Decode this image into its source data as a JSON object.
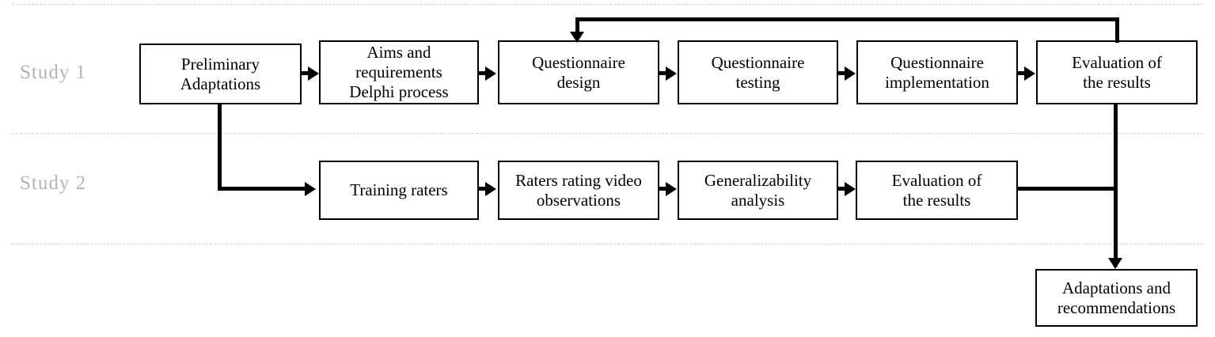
{
  "figure": {
    "type": "flowchart",
    "orientation": "left-to-right, two swimlanes",
    "background": "#ffffff",
    "line_color": "#000000",
    "lane_label_color": "#b4b4b4",
    "lane_divider_color": "#cfcfcf"
  },
  "lanes": [
    {
      "id": "study1",
      "label": "Study 1"
    },
    {
      "id": "study2",
      "label": "Study 2"
    }
  ],
  "nodes": {
    "preliminary_adaptations": "Preliminary\nAdaptations",
    "aims_requirements": "Aims and\nrequirements\nDelphi process",
    "questionnaire_design": "Questionnaire\ndesign",
    "questionnaire_testing": "Questionnaire\ntesting",
    "questionnaire_implementation": "Questionnaire\nimplementation",
    "evaluation_results_study1": "Evaluation  of\nthe results",
    "training_raters": "Training  raters",
    "raters_rating_video": "Raters rating  video\nobservations",
    "generalizability_analysis": "Generalizability\nanalysis",
    "evaluation_results_study2": "Evaluation  of\nthe results",
    "adaptations_recommendations": "Adaptations and\nrecommendations"
  },
  "edges": [
    {
      "from": "preliminary_adaptations",
      "to": "aims_requirements",
      "style": "arrow-right"
    },
    {
      "from": "aims_requirements",
      "to": "questionnaire_design",
      "style": "arrow-right"
    },
    {
      "from": "questionnaire_design",
      "to": "questionnaire_testing",
      "style": "arrow-right"
    },
    {
      "from": "questionnaire_testing",
      "to": "questionnaire_implementation",
      "style": "arrow-right"
    },
    {
      "from": "questionnaire_implementation",
      "to": "evaluation_results_study1",
      "style": "arrow-right"
    },
    {
      "from": "evaluation_results_study1",
      "to": "questionnaire_design",
      "style": "feedback-loop-top"
    },
    {
      "from": "preliminary_adaptations",
      "to": "training_raters",
      "style": "down-then-right-arrow"
    },
    {
      "from": "training_raters",
      "to": "raters_rating_video",
      "style": "arrow-right"
    },
    {
      "from": "raters_rating_video",
      "to": "generalizability_analysis",
      "style": "arrow-right"
    },
    {
      "from": "generalizability_analysis",
      "to": "evaluation_results_study2",
      "style": "arrow-right"
    },
    {
      "from": "evaluation_results_study1",
      "to": "adaptations_recommendations",
      "style": "down-arrow"
    },
    {
      "from": "evaluation_results_study2",
      "to": "adaptations_recommendations",
      "style": "right-then-down-join"
    }
  ]
}
